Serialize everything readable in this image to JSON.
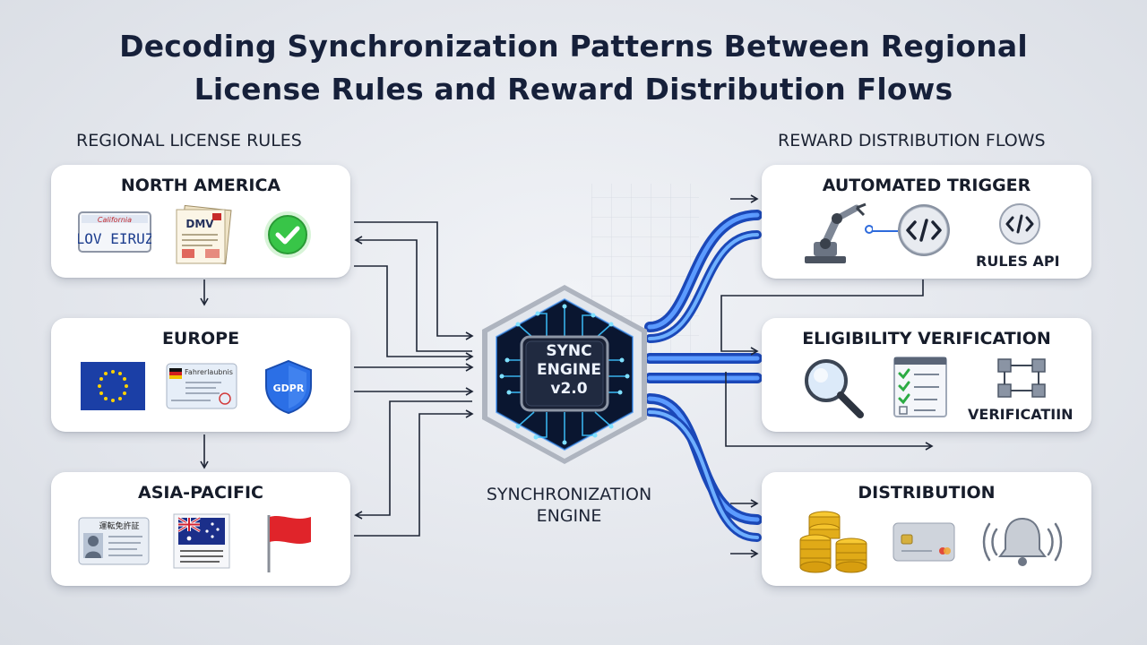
{
  "title_line1": "Decoding Synchronization Patterns Between Regional",
  "title_line2": "License Rules and Reward Distribution Flows",
  "left_heading": "REGIONAL LICENSE RULES",
  "right_heading": "REWARD DISTRIBUTION FLOWS",
  "regions": [
    {
      "name": "NORTH AMERICA",
      "plate_text": "LOV EIRUZ",
      "plate_header": "California",
      "doc_text": "DMV",
      "icons": [
        "license-plate-icon",
        "dmv-document-icon",
        "green-check-icon"
      ]
    },
    {
      "name": "EUROPE",
      "license_text": "Fahrerlaubnis",
      "shield_text": "GDPR",
      "icons": [
        "eu-flag-icon",
        "eu-license-card-icon",
        "gdpr-shield-icon"
      ]
    },
    {
      "name": "ASIA-PACIFIC",
      "license_text": "運転免許証",
      "icons": [
        "id-card-icon",
        "australian-flag-doc-icon",
        "red-flag-icon"
      ]
    }
  ],
  "engine": {
    "chip_line1": "SYNC",
    "chip_line2": "ENGINE",
    "chip_line3": "v2.0",
    "label_line1": "SYNCHRONIZATION",
    "label_line2": "ENGINE"
  },
  "flows": [
    {
      "name": "AUTOMATED TRIGGER",
      "sub_label": "RULES API",
      "icons": [
        "robot-arm-icon",
        "code-icon",
        "code-icon"
      ]
    },
    {
      "name": "ELIGIBILITY VERIFICATION",
      "sub_label": "VERIFICATIIN",
      "icons": [
        "magnifier-icon",
        "checklist-icon",
        "flow-nodes-icon"
      ]
    },
    {
      "name": "DISTRIBUTION",
      "icons": [
        "coin-stacks-icon",
        "credit-card-icon",
        "bell-icon"
      ]
    }
  ],
  "colors": {
    "title": "#16203a",
    "pipe_blue": "#2f6fe8",
    "engine_glow": "#35b7ff",
    "check_green": "#39c84a",
    "flag_red": "#e0242a"
  }
}
